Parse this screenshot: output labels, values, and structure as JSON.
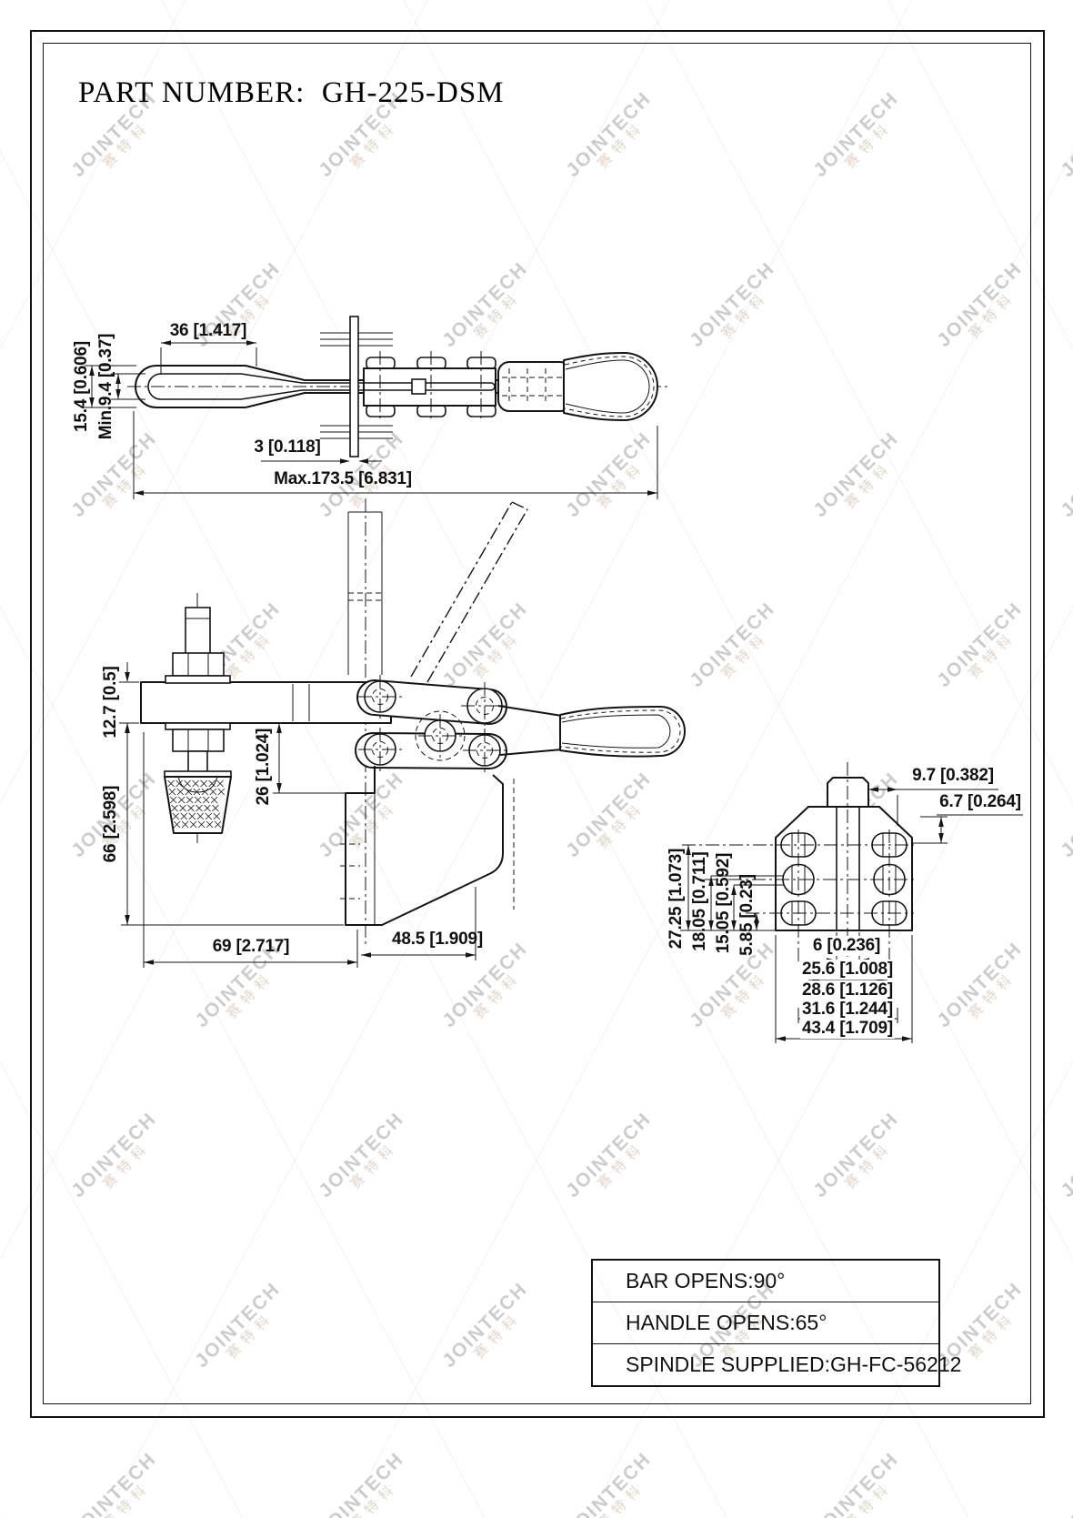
{
  "page": {
    "title": "PART NUMBER:  GH-225-DSM"
  },
  "watermark": {
    "text": "JOINTECH",
    "subtext": "赛特科"
  },
  "views": {
    "top": {
      "w36": "36 [1.417]",
      "h15_4": "15.4 [0.606]",
      "h9_4": "Min.9.4 [0.37]",
      "bar3": "3 [0.118]",
      "max": "Max.173.5 [6.831]"
    },
    "side": {
      "t12_7": "12.7 [0.5]",
      "d26": "26 [1.024]",
      "d66": "66 [2.598]",
      "d69": "69 [2.717]",
      "d48_5": "48.5 [1.909]"
    },
    "end": {
      "d9_7": "9.7 [0.382]",
      "d6_7": "6.7 [0.264]",
      "d27_25": "27.25 [1.073]",
      "d18_05": "18.05 [0.711]",
      "d15_05": "15.05 [0.592]",
      "d5_85": "5.85 [0.23]",
      "d6": "6 [0.236]",
      "d25_6": "25.6 [1.008]",
      "d28_6": "28.6 [1.126]",
      "d31_6": "31.6 [1.244]",
      "d43_4": "43.4 [1.709]"
    }
  },
  "spec_table": {
    "rows": [
      "BAR OPENS:90°",
      "HANDLE OPENS:65°",
      "SPINDLE SUPPLIED:GH-FC-56212"
    ]
  }
}
